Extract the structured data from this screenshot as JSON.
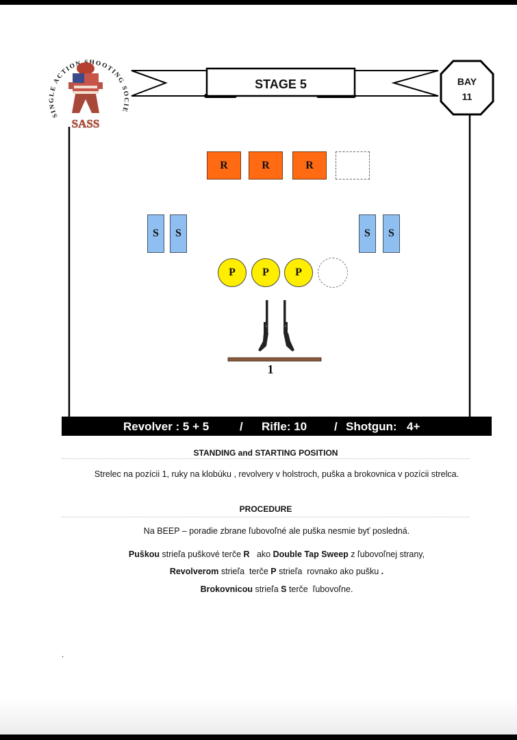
{
  "header": {
    "logo_ring_text": "SINGLE ACTION SHOOTING SOCIETY",
    "logo_wordmark": "SASS",
    "stage_title": "STAGE 5",
    "bay_label": "BAY",
    "bay_number": "11"
  },
  "targets": {
    "rifle_label": "R",
    "shotgun_label": "S",
    "pistol_label": "P"
  },
  "position_number": "1",
  "round_count": {
    "revolver": "Revolver :  5 + 5",
    "sep1": "/",
    "rifle": "Rifle:   10",
    "sep2": "/",
    "shotgun": "Shotgun:",
    "shotgun_value": "4+"
  },
  "standing": {
    "heading": "STANDING and STARTING POSITION",
    "text": "Strelec na pozícii 1, ruky na klobúku , revolvery v holstroch, puška a brokovnica v pozícii strelca."
  },
  "procedure": {
    "heading": "PROCEDURE",
    "line1": "Na BEEP –  poradie zbrane ľubovoľné ale puška nesmie byť posledná.",
    "line2_b1": "Puškou",
    "line2_t1": " strieľa puškové terče ",
    "line2_b2": "R",
    "line2_t2": "   ako ",
    "line2_b3": "Double Tap Sweep",
    "line2_t3": " z ľubovoľnej strany,",
    "line3_b1": "Revolverom",
    "line3_t1": " strieľa  terče ",
    "line3_b2": "P",
    "line3_t2": " strieľa  rovnako ako pušku ",
    "line3_b3": ".",
    "line4_b1": "Brokovnicou",
    "line4_t1": " strieľa ",
    "line4_b2": "S",
    "line4_t2": " terče  ľubovoľne."
  },
  "footer_mark": ".",
  "colors": {
    "rifle_target": "#ff6a13",
    "shotgun_target": "#8fbff0",
    "pistol_target": "#ffee00",
    "bar": "#000000"
  }
}
